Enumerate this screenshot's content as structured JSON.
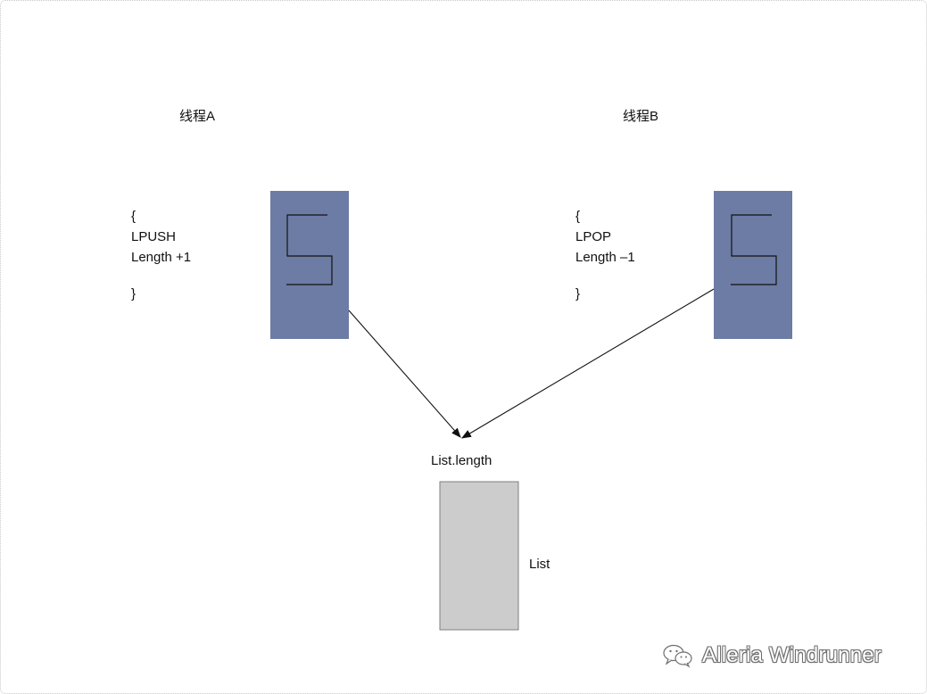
{
  "colors": {
    "thread_box": "#6d7ca4",
    "list_box": "#cccccc",
    "list_box_border": "#7f7f7f",
    "arrow": "#111111",
    "text": "#111111",
    "lock_glyph": "#111111"
  },
  "threads": [
    {
      "title": "线程A",
      "code": [
        "{",
        "LPUSH",
        "Length +1",
        "}"
      ]
    },
    {
      "title": "线程B",
      "code": [
        "{",
        "LPOP",
        "Length –1",
        "}"
      ]
    }
  ],
  "target": {
    "label": "List.length",
    "box_label": "List"
  },
  "watermark": {
    "icon": "wechat-icon",
    "text": "Alleria Windrunner"
  }
}
